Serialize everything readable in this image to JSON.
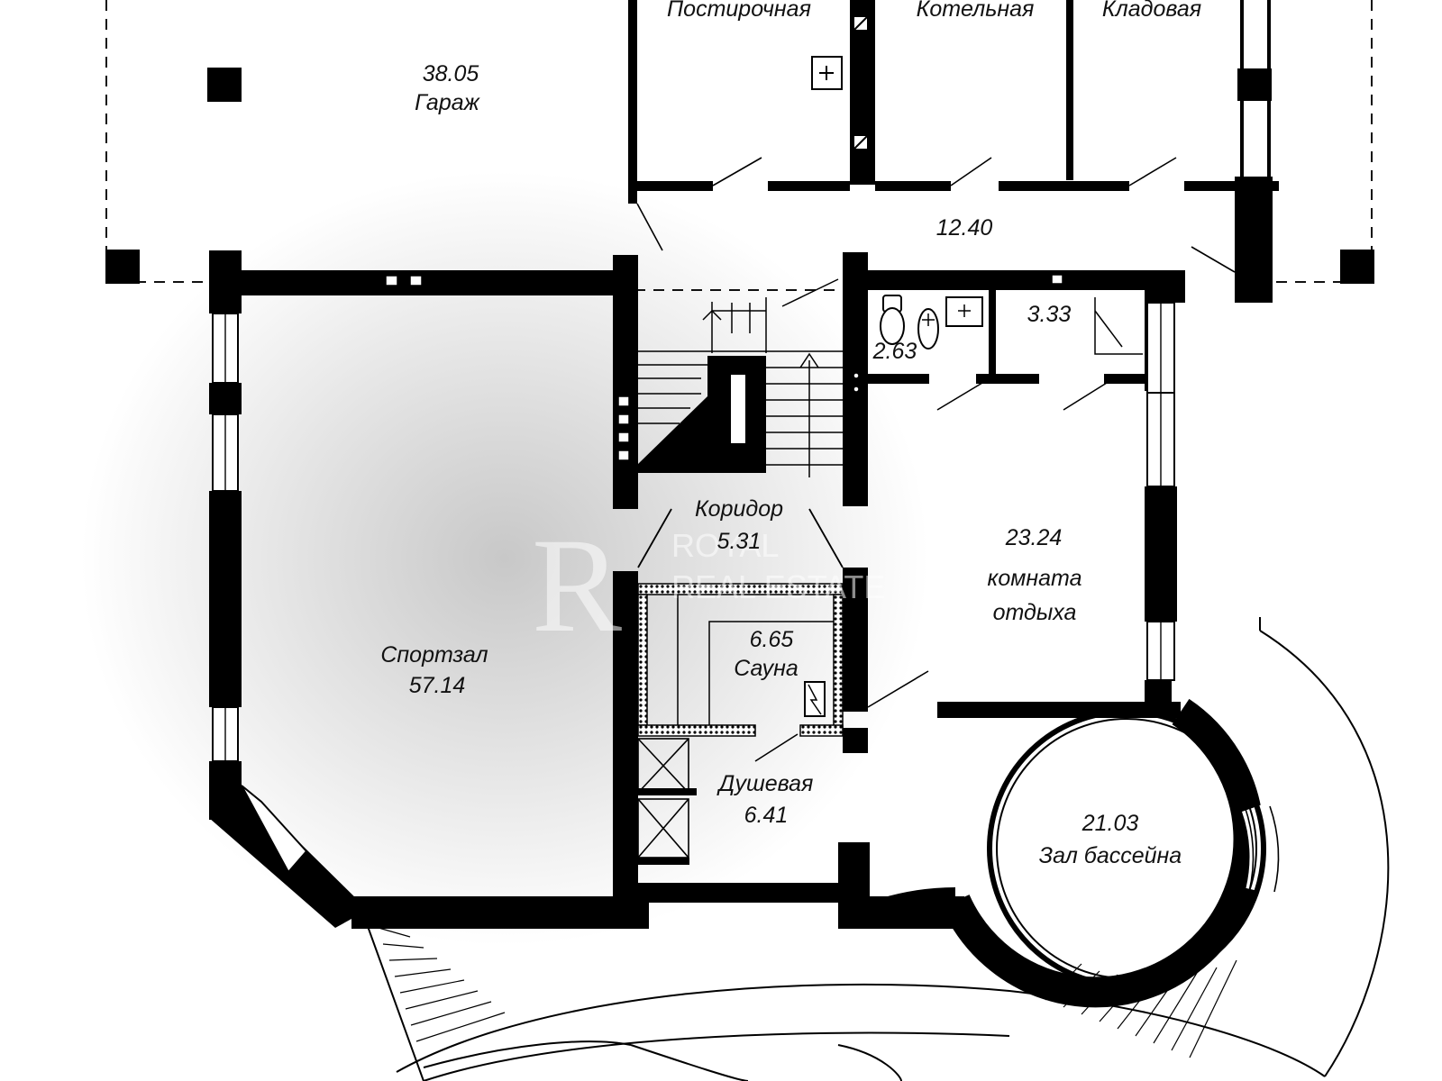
{
  "rooms": {
    "garage": {
      "area": "38.05",
      "name": "Гараж"
    },
    "laundry": {
      "name": "Постирочная"
    },
    "boiler": {
      "name": "Котельная"
    },
    "storage": {
      "name": "Кладовая"
    },
    "hall": {
      "area": "12.40"
    },
    "wc": {
      "area": "2.63"
    },
    "closet": {
      "area": "3.33"
    },
    "corridor": {
      "name": "Коридор",
      "area": "5.31"
    },
    "lounge": {
      "area": "23.24",
      "name_line1": "комната",
      "name_line2": "отдыха"
    },
    "gym": {
      "name": "Спортзал",
      "area": "57.14"
    },
    "sauna": {
      "area": "6.65",
      "name": "Сауна"
    },
    "shower": {
      "name": "Душевая",
      "area": "6.41"
    },
    "pool": {
      "area": "21.03",
      "name": "Зал бассейна"
    }
  },
  "watermark": {
    "line1": "ROYAL",
    "line2": "REAL ESTATE"
  },
  "colors": {
    "wall": "#000000",
    "line": "#111111",
    "background": "#ffffff"
  }
}
